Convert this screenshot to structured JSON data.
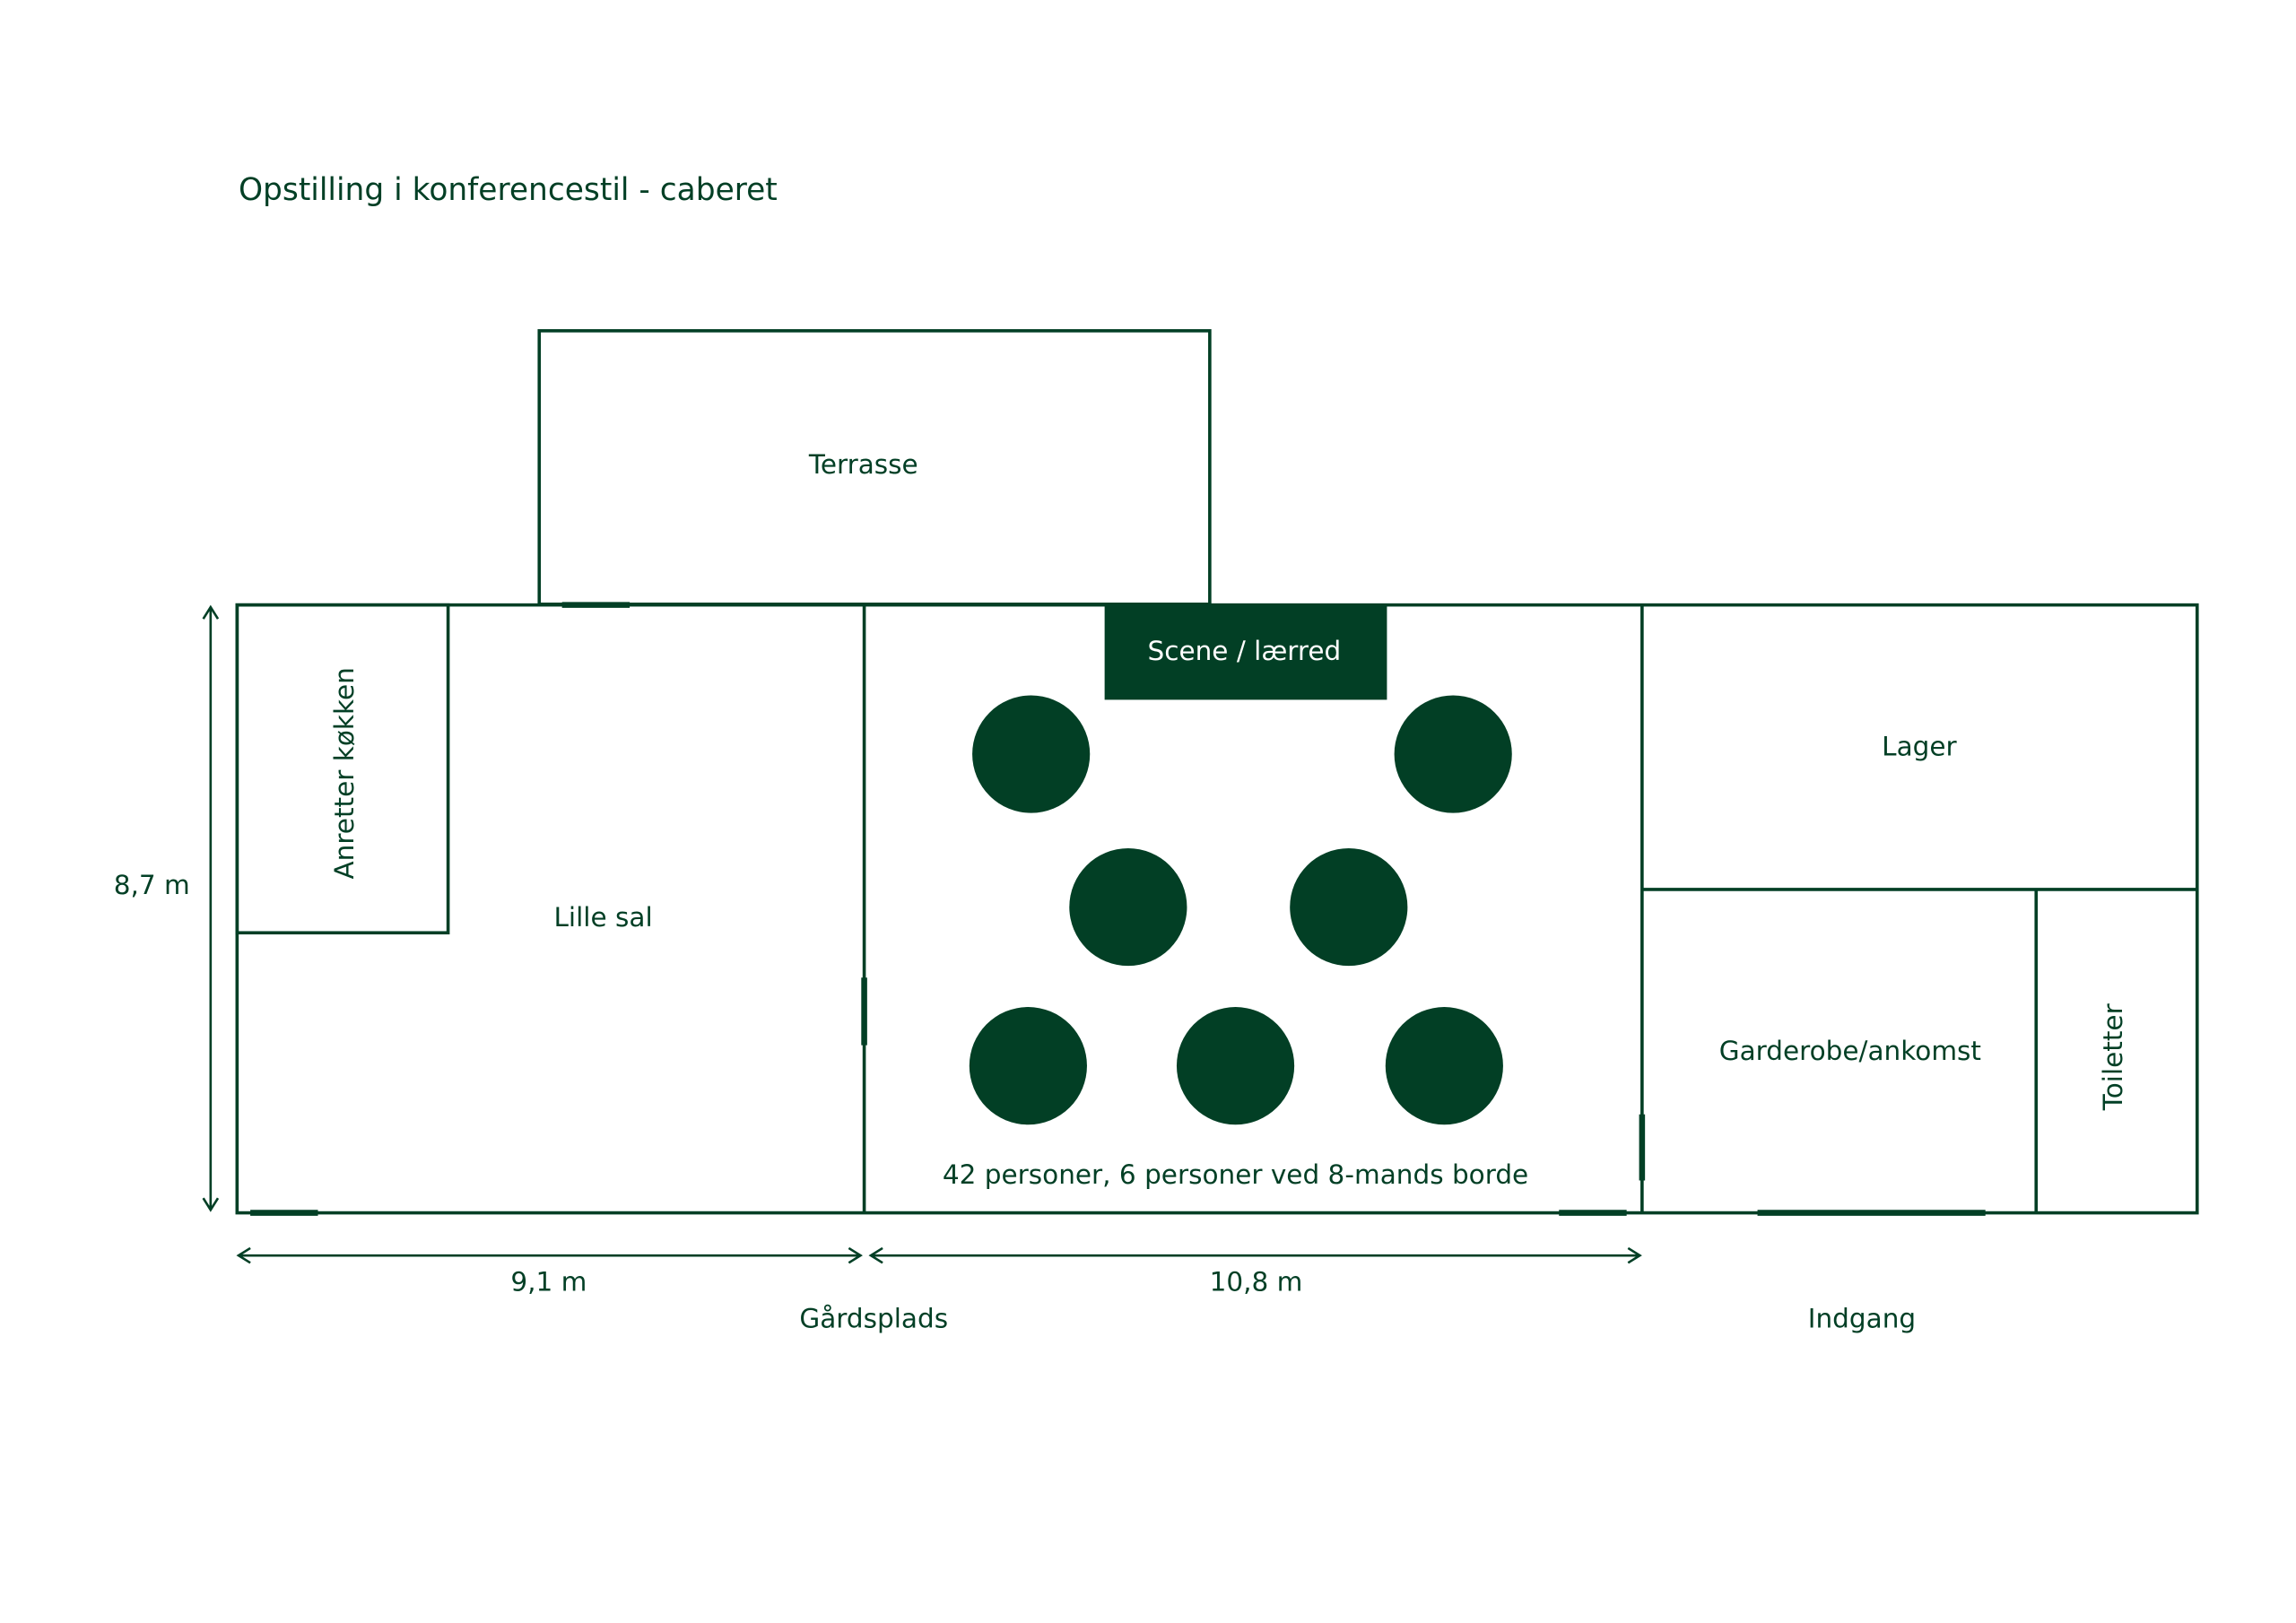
{
  "title": "Opstilling i konferencestil - caberet",
  "color": "#023f25",
  "rooms": {
    "terrace": "Terrasse",
    "kitchen": "Anretter køkken",
    "small_hall": "Lille sal",
    "stage": "Scene / lærred",
    "storage": "Lager",
    "cloakroom": "Garderobe/ankomst",
    "toilets": "Toiletter"
  },
  "capacity_note": "42 personer, 6 personer ved 8-mands borde",
  "table_count": 7,
  "dimensions": {
    "height": "8,7 m",
    "width_left": "9,1 m",
    "width_right": "10,8 m"
  },
  "outside": {
    "courtyard": "Gårdsplads",
    "entrance": "Indgang"
  }
}
